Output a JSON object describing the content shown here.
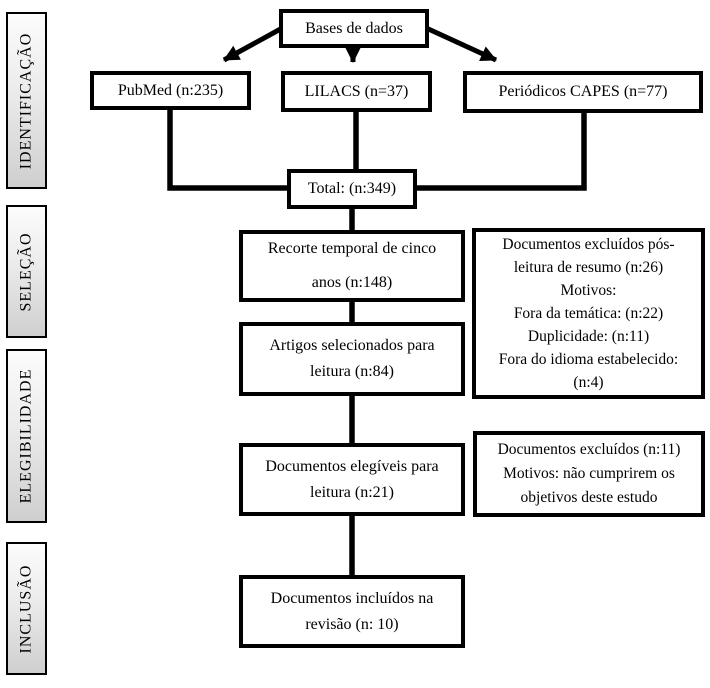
{
  "diagram": {
    "title_semantic": "PRISMA-style literature selection flow diagram (Portuguese)",
    "colors": {
      "line": "#000000",
      "box_border": "#000000",
      "box_background": "#ffffff",
      "stage_gradient_top": "#fcfcfc",
      "stage_gradient_bottom": "#cfcfcf"
    },
    "sidebar": [
      {
        "label": "IDENTIFICAÇÃO"
      },
      {
        "label": "SELEÇÃO"
      },
      {
        "label": "ELEGIBILIDADE"
      },
      {
        "label": "INCLUSÃO"
      }
    ],
    "nodes": {
      "bases": {
        "text": "Bases de dados"
      },
      "pubmed": {
        "text": "PubMed (n:235)"
      },
      "lilacs": {
        "text": "LILACS (n=37)"
      },
      "capes": {
        "text": "Periódicos CAPES (n=77)"
      },
      "total": {
        "text": "Total: (n:349)"
      },
      "recorte": {
        "text": "Recorte temporal de cinco\nanos (n:148)"
      },
      "artigos": {
        "text": "Artigos selecionados para\nleitura (n:84)"
      },
      "excluidos_resumo": {
        "text": "Documentos excluídos pós-\nleitura de resumo (n:26)\nMotivos:\nFora da temática: (n:22)\nDuplicidade: (n:11)\nFora do idioma estabelecido:\n(n:4)"
      },
      "elegiveis": {
        "text": "Documentos elegíveis para\nleitura (n:21)"
      },
      "excluidos_elegibilidade": {
        "text": "Documentos excluídos (n:11)\nMotivos: não cumprirem os\nobjetivos deste estudo"
      },
      "incluidos": {
        "text": "Documentos incluídos na\nrevisão (n: 10)"
      }
    }
  }
}
